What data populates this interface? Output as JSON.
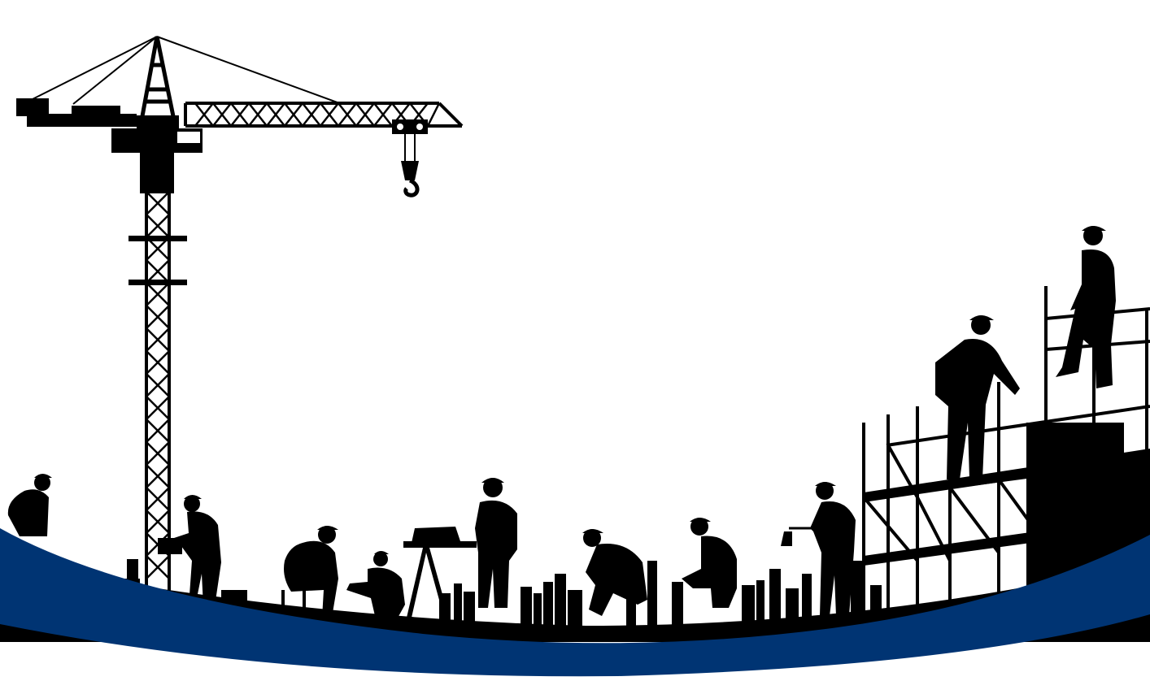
{
  "scene": {
    "description_free": true,
    "colors": {
      "background": "#ffffff",
      "silhouette": "#000000",
      "wave": "#003473"
    },
    "elements": [
      "tower-crane",
      "crane-hook",
      "construction-workers",
      "city-skyline",
      "scaffolding",
      "blue-wave"
    ]
  }
}
